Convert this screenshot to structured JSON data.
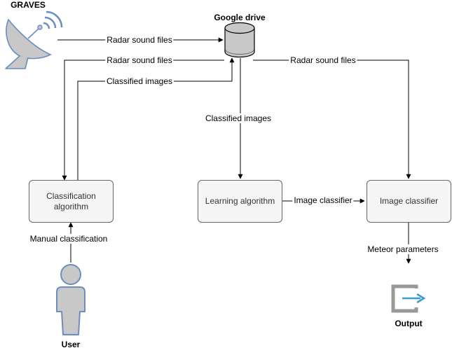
{
  "nodes": {
    "graves": "GRAVES",
    "google_drive": "Google drive",
    "classification_algorithm": "Classification algorithm",
    "learning_algorithm": "Learning algorithm",
    "image_classifier": "Image classifier",
    "user": "User",
    "output": "Output"
  },
  "edges": {
    "graves_to_drive": "Radar sound files",
    "drive_to_classification": "Radar sound files",
    "classification_to_drive": "Classified images",
    "drive_to_learning": "Classified images",
    "drive_to_classifier": "Radar sound files",
    "learning_to_classifier": "Image classifier",
    "user_to_classification": "Manual classification",
    "classifier_to_output": "Meteor parameters"
  },
  "colors": {
    "box_fill": "#f5f5f5",
    "box_stroke": "#666666",
    "icon_fill": "#c8c8c8",
    "icon_stroke": "#6c8ebf",
    "output_arrow": "#3d9bd1"
  },
  "icons": [
    "satellite-dish-icon",
    "database-icon",
    "user-icon",
    "output-icon"
  ]
}
